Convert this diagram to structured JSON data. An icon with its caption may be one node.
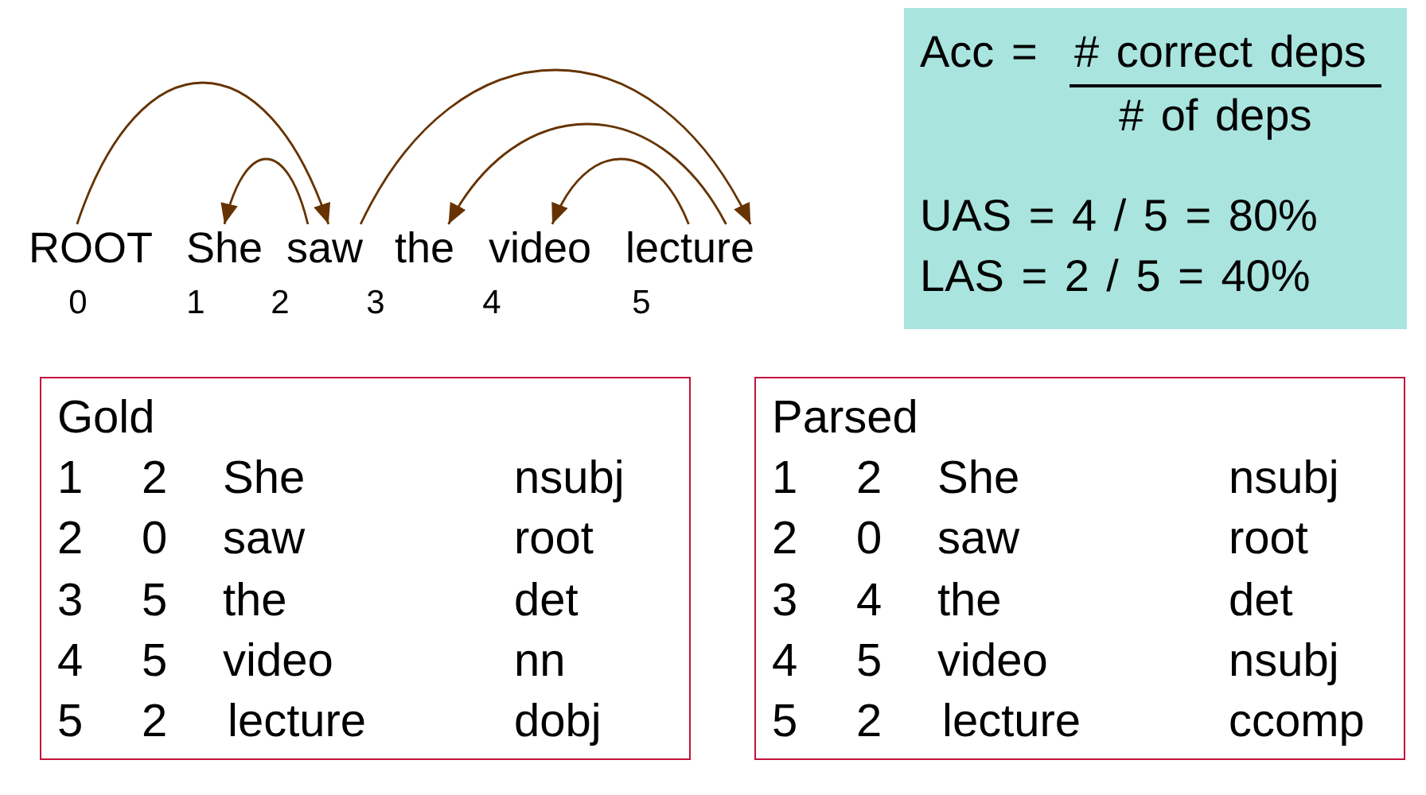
{
  "diagram": {
    "nodes": [
      {
        "text": [
          "ROOT"
        ],
        "beside": [
          "0"
        ]
      },
      {
        "text": [
          "She"
        ],
        "beside": [
          "1"
        ]
      },
      {
        "text": [
          "saw"
        ],
        "beside": [
          "2"
        ]
      },
      {
        "text": [
          "the"
        ],
        "beside": [
          "3"
        ]
      },
      {
        "text": [
          "video"
        ],
        "beside": [
          "4"
        ]
      },
      {
        "text": [
          "lecture"
        ],
        "beside": [
          "5"
        ]
      },
      {
        "text": [
          "Acc =",
          "# correct deps",
          "# of deps",
          "UAS = 4 / 5 = 80%",
          "LAS = 2 / 5 = 40%"
        ]
      },
      {
        "text": [
          "Gold",
          "1",
          "2",
          "She",
          "nsubj",
          "2",
          "0",
          "saw",
          "root",
          "3",
          "5",
          "the",
          "det",
          "4",
          "5",
          "video",
          "nn",
          "5",
          "2",
          "lecture",
          "dobj"
        ]
      },
      {
        "text": [
          "Parsed",
          "1",
          "2",
          "She",
          "nsubj",
          "2",
          "0",
          "saw",
          "root",
          "3",
          "4",
          "the",
          "det",
          "4",
          "5",
          "video",
          "nsubj",
          "5",
          "2",
          "lecture",
          "ccomp"
        ]
      }
    ],
    "edges": [
      {
        "from": 0,
        "to": 2,
        "arrow": "to"
      },
      {
        "from": 2,
        "to": 1,
        "arrow": "to"
      },
      {
        "from": 2,
        "to": 5,
        "arrow": "to"
      },
      {
        "from": 5,
        "to": 3,
        "arrow": "to"
      },
      {
        "from": 5,
        "to": 4,
        "arrow": "to"
      }
    ]
  }
}
